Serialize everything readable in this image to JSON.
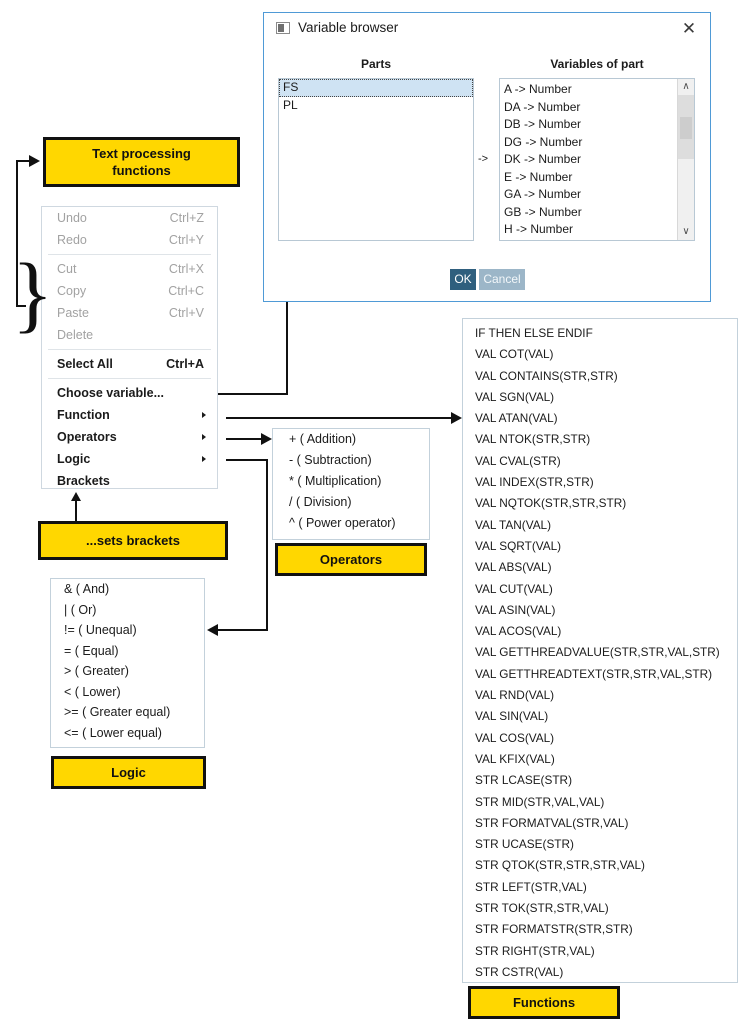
{
  "dialog": {
    "title": "Variable browser",
    "close_label": "✕",
    "parts_header": "Parts",
    "variables_header": "Variables of part",
    "transfer_arrow": "->",
    "parts": [
      "FS",
      "PL"
    ],
    "selected_part": "FS",
    "variables": [
      "A -> Number",
      "DA -> Number",
      "DB -> Number",
      "DG -> Number",
      "DK -> Number",
      "E -> Number",
      "GA -> Number",
      "GB -> Number",
      "H -> Number"
    ],
    "scroll_up": "∧",
    "scroll_down": "∨",
    "ok_label": "OK",
    "cancel_label": "Cancel",
    "accent_color": "#4f9ad6",
    "ok_color": "#2f5f7e",
    "cancel_color": "#9cb6c8",
    "selection_color": "#cfe3f3"
  },
  "context_menu": {
    "items": [
      {
        "label": "Undo",
        "shortcut": "Ctrl+Z",
        "enabled": false,
        "submenu": false
      },
      {
        "label": "Redo",
        "shortcut": "Ctrl+Y",
        "enabled": false,
        "submenu": false
      },
      {
        "label": "Cut",
        "shortcut": "Ctrl+X",
        "enabled": false,
        "submenu": false
      },
      {
        "label": "Copy",
        "shortcut": "Ctrl+C",
        "enabled": false,
        "submenu": false
      },
      {
        "label": "Paste",
        "shortcut": "Ctrl+V",
        "enabled": false,
        "submenu": false
      },
      {
        "label": "Delete",
        "shortcut": "",
        "enabled": false,
        "submenu": false
      },
      {
        "label": "Select All",
        "shortcut": "Ctrl+A",
        "enabled": true,
        "submenu": false
      },
      {
        "label": "Choose variable...",
        "shortcut": "",
        "enabled": true,
        "submenu": false
      },
      {
        "label": "Function",
        "shortcut": "",
        "enabled": true,
        "submenu": true
      },
      {
        "label": "Operators",
        "shortcut": "",
        "enabled": true,
        "submenu": true
      },
      {
        "label": "Logic",
        "shortcut": "",
        "enabled": true,
        "submenu": true
      },
      {
        "label": "Brackets",
        "shortcut": "",
        "enabled": true,
        "submenu": false
      }
    ]
  },
  "operators_panel": {
    "items": [
      "+ ( Addition)",
      "- ( Subtraction)",
      "* ( Multiplication)",
      "/ ( Division)",
      "^ ( Power operator)"
    ]
  },
  "logic_panel": {
    "items": [
      "& ( And)",
      "| ( Or)",
      "!= ( Unequal)",
      "= ( Equal)",
      "> ( Greater)",
      "< ( Lower)",
      ">= ( Greater equal)",
      "<= ( Lower equal)"
    ]
  },
  "functions_panel": {
    "items": [
      "IF THEN ELSE ENDIF",
      "VAL COT(VAL)",
      "VAL CONTAINS(STR,STR)",
      "VAL SGN(VAL)",
      "VAL ATAN(VAL)",
      "VAL NTOK(STR,STR)",
      "VAL CVAL(STR)",
      "VAL INDEX(STR,STR)",
      "VAL NQTOK(STR,STR,STR)",
      "VAL TAN(VAL)",
      "VAL SQRT(VAL)",
      "VAL ABS(VAL)",
      "VAL CUT(VAL)",
      "VAL ASIN(VAL)",
      "VAL ACOS(VAL)",
      "VAL GETTHREADVALUE(STR,STR,VAL,STR)",
      "VAL GETTHREADTEXT(STR,STR,VAL,STR)",
      "VAL RND(VAL)",
      "VAL SIN(VAL)",
      "VAL COS(VAL)",
      "VAL KFIX(VAL)",
      "STR LCASE(STR)",
      "STR MID(STR,VAL,VAL)",
      "STR FORMATVAL(STR,VAL)",
      "STR UCASE(STR)",
      "STR QTOK(STR,STR,STR,VAL)",
      "STR LEFT(STR,VAL)",
      "STR TOK(STR,STR,VAL)",
      "STR FORMATSTR(STR,STR)",
      "STR RIGHT(STR,VAL)",
      "STR CSTR(VAL)"
    ]
  },
  "callouts": {
    "text_processing": "Text processing functions",
    "sets_brackets": "...sets brackets",
    "operators": "Operators",
    "logic": "Logic",
    "functions": "Functions",
    "highlight_color": "#ffd700"
  }
}
